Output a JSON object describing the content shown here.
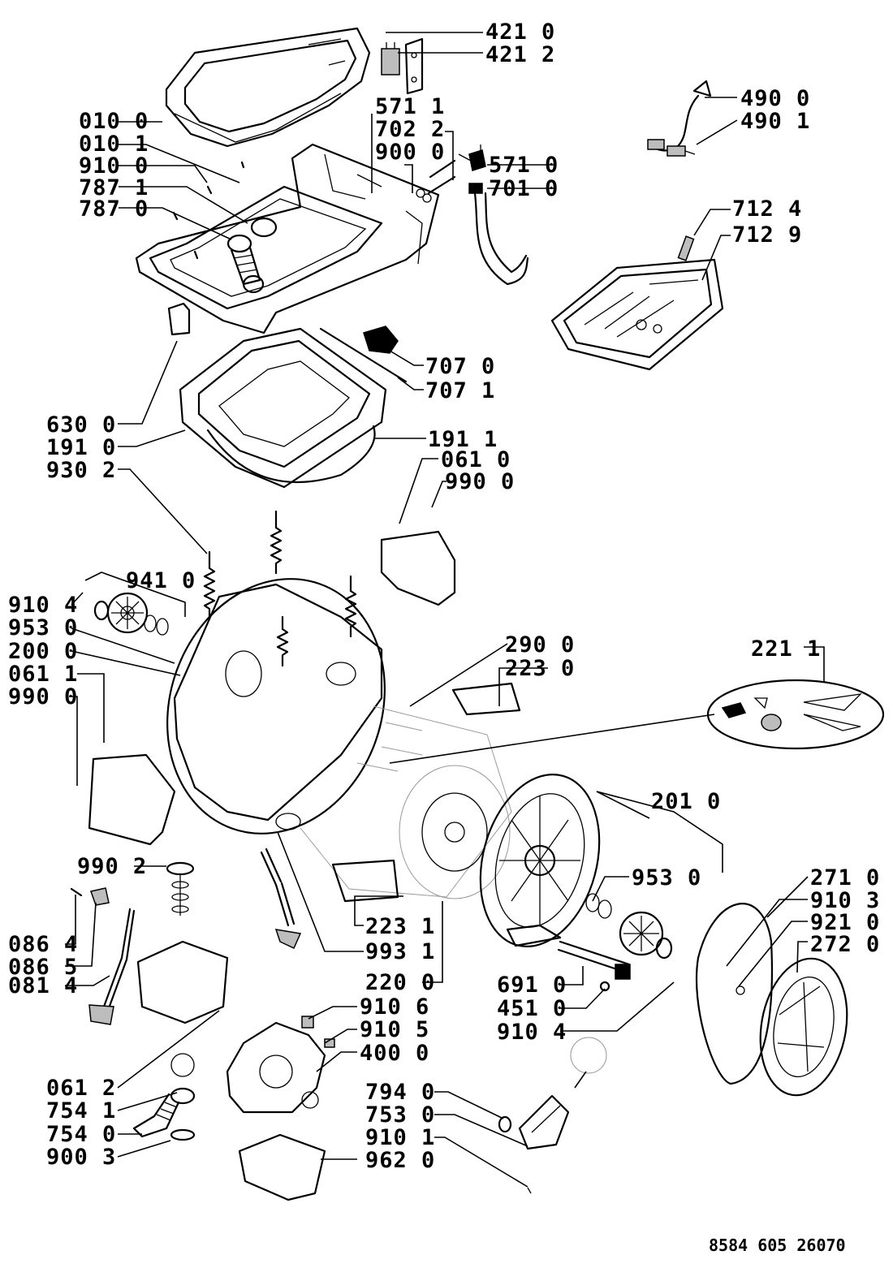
{
  "document_number": "8584 605 26070",
  "labels": {
    "p4210": "421 0",
    "p4212": "421 2",
    "p4900": "490 0",
    "p4901": "490 1",
    "p0100": "010 0",
    "p0101": "010 1",
    "p9100": "910 0",
    "p7871": "787 1",
    "p7870": "787 0",
    "p5711": "571 1",
    "p7022": "702 2",
    "p9000": "900 0",
    "p5710": "571 0",
    "p7010": "701 0",
    "p7124": "712 4",
    "p7129": "712 9",
    "p7070": "707 0",
    "p7071": "707 1",
    "p6300": "630 0",
    "p1910": "191 0",
    "p1911": "191 1",
    "p9302": "930 2",
    "p0610": "061 0",
    "p9900a": "990 0",
    "p9410": "941 0",
    "p9104a": "910 4",
    "p9530a": "953 0",
    "p2000": "200 0",
    "p0611": "061 1",
    "p9900b": "990 0",
    "p2900": "290 0",
    "p2230": "223 0",
    "p2211": "221 1",
    "p2010": "201 0",
    "p9902": "990 2",
    "p9530b": "953 0",
    "p2710": "271 0",
    "p9103": "910 3",
    "p9210": "921 0",
    "p2720": "272 0",
    "p0864": "086 4",
    "p0865": "086 5",
    "p0814": "081 4",
    "p2231": "223 1",
    "p9931": "993 1",
    "p2200": "220 0",
    "p6910": "691 0",
    "p4510": "451 0",
    "p9104b": "910 4",
    "p9106": "910 6",
    "p9105": "910 5",
    "p4000": "400 0",
    "p0612": "061 2",
    "p7541": "754 1",
    "p7540": "754 0",
    "p9003": "900 3",
    "p7940": "794 0",
    "p7530": "753 0",
    "p9101": "910 1",
    "p9620": "962 0"
  }
}
